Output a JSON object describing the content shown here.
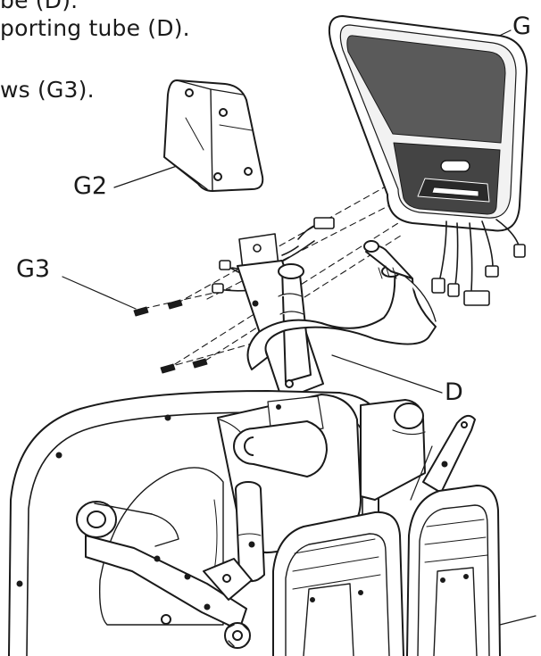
{
  "instructions": {
    "line1": "be (D).",
    "line2": "porting tube (D).",
    "line3": "ws (G3)."
  },
  "callouts": {
    "g": "G",
    "g2": "G2",
    "g3": "G3",
    "d": "D"
  },
  "colors": {
    "ink": "#1a1a1a",
    "screen": "#5a5a5a",
    "speaker": "#444444"
  }
}
